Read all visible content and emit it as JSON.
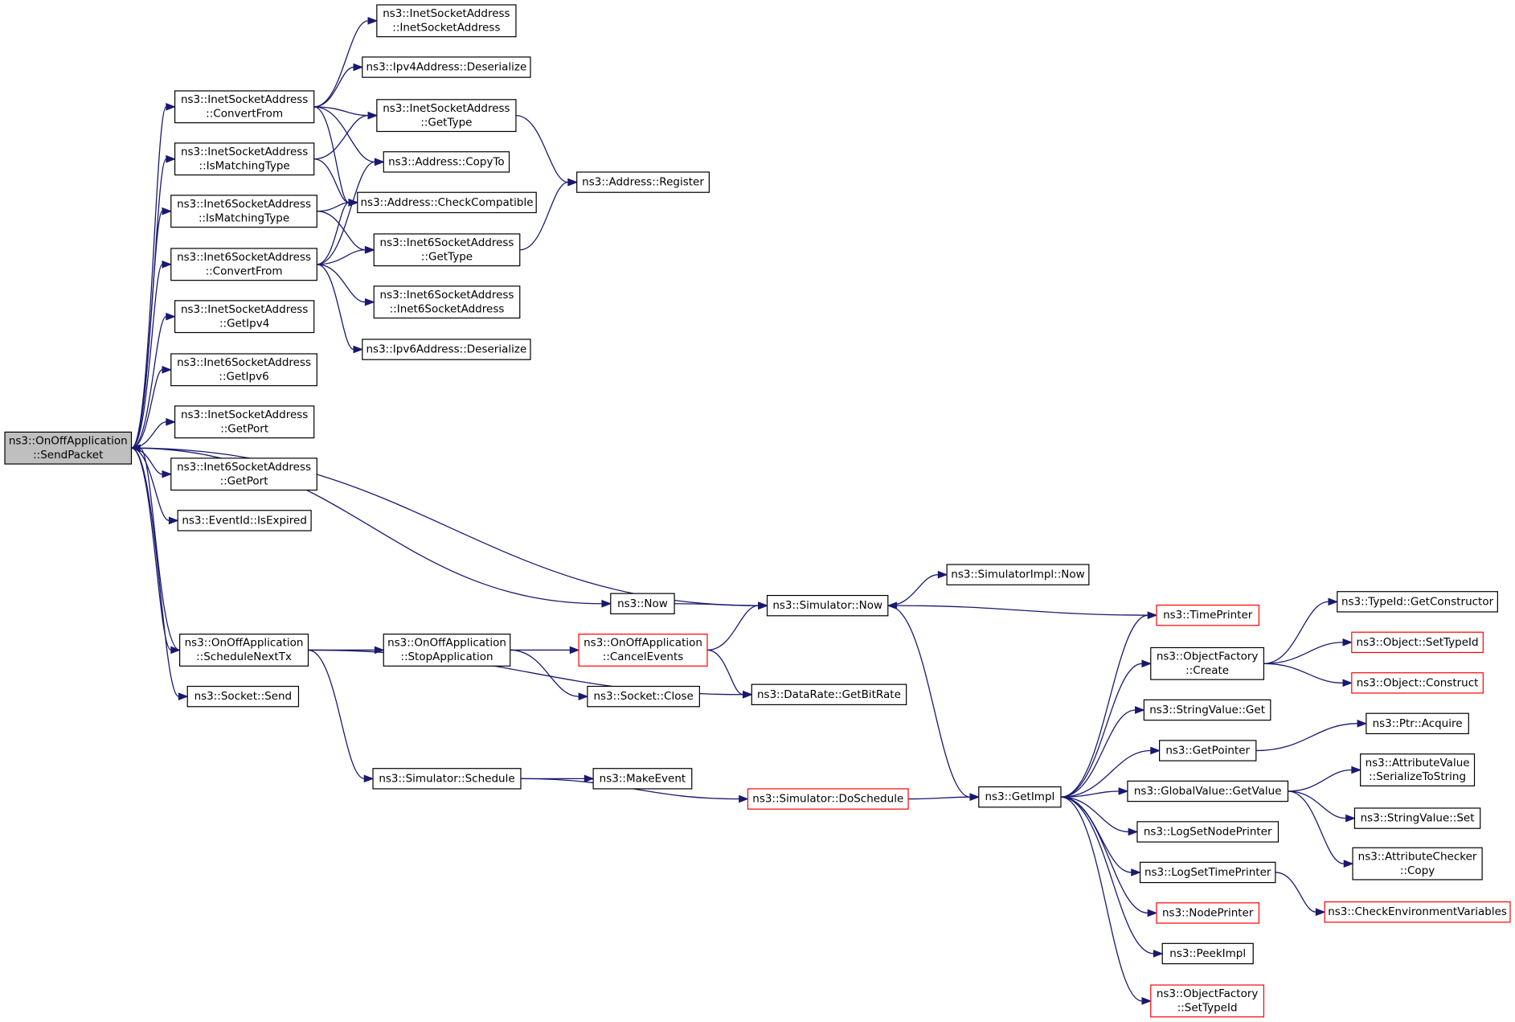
{
  "colors": {
    "edge": "#191970",
    "border": "#000000",
    "truncated_border": "#ff0000",
    "root_fill": "#bfbfbf",
    "background": "#ffffff"
  },
  "nodes": [
    {
      "id": "root",
      "lines": [
        "ns3::OnOffApplication",
        "::SendPacket"
      ],
      "style": "root"
    },
    {
      "id": "isa_cf",
      "lines": [
        "ns3::InetSocketAddress",
        "::ConvertFrom"
      ]
    },
    {
      "id": "isa_imt",
      "lines": [
        "ns3::InetSocketAddress",
        "::IsMatchingType"
      ]
    },
    {
      "id": "i6sa_imt",
      "lines": [
        "ns3::Inet6SocketAddress",
        "::IsMatchingType"
      ]
    },
    {
      "id": "i6sa_cf",
      "lines": [
        "ns3::Inet6SocketAddress",
        "::ConvertFrom"
      ]
    },
    {
      "id": "isa_gip4",
      "lines": [
        "ns3::InetSocketAddress",
        "::GetIpv4"
      ]
    },
    {
      "id": "i6sa_gip6",
      "lines": [
        "ns3::Inet6SocketAddress",
        "::GetIpv6"
      ]
    },
    {
      "id": "isa_gport",
      "lines": [
        "ns3::InetSocketAddress",
        "::GetPort"
      ]
    },
    {
      "id": "i6sa_gport",
      "lines": [
        "ns3::Inet6SocketAddress",
        "::GetPort"
      ]
    },
    {
      "id": "ev_exp",
      "lines": [
        "ns3::EventId::IsExpired"
      ]
    },
    {
      "id": "onoff_snt",
      "lines": [
        "ns3::OnOffApplication",
        "::ScheduleNextTx"
      ]
    },
    {
      "id": "sock_send",
      "lines": [
        "ns3::Socket::Send"
      ]
    },
    {
      "id": "isa_ctor",
      "lines": [
        "ns3::InetSocketAddress",
        "::InetSocketAddress"
      ]
    },
    {
      "id": "ipv4_des",
      "lines": [
        "ns3::Ipv4Address::Deserialize"
      ]
    },
    {
      "id": "isa_gtype",
      "lines": [
        "ns3::InetSocketAddress",
        "::GetType"
      ]
    },
    {
      "id": "addr_copyto",
      "lines": [
        "ns3::Address::CopyTo"
      ]
    },
    {
      "id": "addr_cc",
      "lines": [
        "ns3::Address::CheckCompatible"
      ]
    },
    {
      "id": "i6sa_gtype",
      "lines": [
        "ns3::Inet6SocketAddress",
        "::GetType"
      ]
    },
    {
      "id": "i6sa_ctor",
      "lines": [
        "ns3::Inet6SocketAddress",
        "::Inet6SocketAddress"
      ]
    },
    {
      "id": "ipv6_des",
      "lines": [
        "ns3::Ipv6Address::Deserialize"
      ]
    },
    {
      "id": "addr_reg",
      "lines": [
        "ns3::Address::Register"
      ]
    },
    {
      "id": "now",
      "lines": [
        "ns3::Now"
      ]
    },
    {
      "id": "onoff_stop",
      "lines": [
        "ns3::OnOffApplication",
        "::StopApplication"
      ]
    },
    {
      "id": "onoff_cancel",
      "lines": [
        "ns3::OnOffApplication",
        "::CancelEvents"
      ],
      "style": "red"
    },
    {
      "id": "sock_close",
      "lines": [
        "ns3::Socket::Close"
      ]
    },
    {
      "id": "dr_gbr",
      "lines": [
        "ns3::DataRate::GetBitRate"
      ]
    },
    {
      "id": "sim_sched",
      "lines": [
        "ns3::Simulator::Schedule"
      ]
    },
    {
      "id": "make_event",
      "lines": [
        "ns3::MakeEvent"
      ]
    },
    {
      "id": "sim_dosched",
      "lines": [
        "ns3::Simulator::DoSchedule"
      ],
      "style": "red"
    },
    {
      "id": "sim_now",
      "lines": [
        "ns3::Simulator::Now"
      ]
    },
    {
      "id": "simimpl_now",
      "lines": [
        "ns3::SimulatorImpl::Now"
      ]
    },
    {
      "id": "getimpl",
      "lines": [
        "ns3::GetImpl"
      ]
    },
    {
      "id": "timeprinter",
      "lines": [
        "ns3::TimePrinter"
      ],
      "style": "red"
    },
    {
      "id": "of_create",
      "lines": [
        "ns3::ObjectFactory",
        "::Create"
      ]
    },
    {
      "id": "sv_get",
      "lines": [
        "ns3::StringValue::Get"
      ]
    },
    {
      "id": "getpointer",
      "lines": [
        "ns3::GetPointer"
      ]
    },
    {
      "id": "gv_getvalue",
      "lines": [
        "ns3::GlobalValue::GetValue"
      ]
    },
    {
      "id": "log_snp",
      "lines": [
        "ns3::LogSetNodePrinter"
      ]
    },
    {
      "id": "log_stp",
      "lines": [
        "ns3::LogSetTimePrinter"
      ]
    },
    {
      "id": "nodeprinter",
      "lines": [
        "ns3::NodePrinter"
      ],
      "style": "red"
    },
    {
      "id": "peekimpl",
      "lines": [
        "ns3::PeekImpl"
      ]
    },
    {
      "id": "of_settypeid",
      "lines": [
        "ns3::ObjectFactory",
        "::SetTypeId"
      ],
      "style": "red"
    },
    {
      "id": "tid_getctor",
      "lines": [
        "ns3::TypeId::GetConstructor"
      ]
    },
    {
      "id": "obj_settypeid",
      "lines": [
        "ns3::Object::SetTypeId"
      ],
      "style": "red"
    },
    {
      "id": "obj_construct",
      "lines": [
        "ns3::Object::Construct"
      ],
      "style": "red"
    },
    {
      "id": "ptr_acquire",
      "lines": [
        "ns3::Ptr::Acquire"
      ]
    },
    {
      "id": "av_sts",
      "lines": [
        "ns3::AttributeValue",
        "::SerializeToString"
      ]
    },
    {
      "id": "sv_set",
      "lines": [
        "ns3::StringValue::Set"
      ]
    },
    {
      "id": "ac_copy",
      "lines": [
        "ns3::AttributeChecker",
        "::Copy"
      ]
    },
    {
      "id": "check_env",
      "lines": [
        "ns3::CheckEnvironmentVariables"
      ],
      "style": "red"
    }
  ],
  "edges": [
    [
      "root",
      "isa_cf"
    ],
    [
      "root",
      "isa_imt"
    ],
    [
      "root",
      "i6sa_imt"
    ],
    [
      "root",
      "i6sa_cf"
    ],
    [
      "root",
      "isa_gip4"
    ],
    [
      "root",
      "i6sa_gip6"
    ],
    [
      "root",
      "isa_gport"
    ],
    [
      "root",
      "i6sa_gport"
    ],
    [
      "root",
      "ev_exp"
    ],
    [
      "root",
      "sim_now"
    ],
    [
      "root",
      "now"
    ],
    [
      "root",
      "onoff_snt"
    ],
    [
      "root",
      "sock_send"
    ],
    [
      "isa_cf",
      "isa_ctor"
    ],
    [
      "isa_cf",
      "ipv4_des"
    ],
    [
      "isa_cf",
      "isa_gtype"
    ],
    [
      "isa_cf",
      "addr_copyto"
    ],
    [
      "isa_cf",
      "addr_cc"
    ],
    [
      "isa_imt",
      "isa_gtype"
    ],
    [
      "isa_imt",
      "addr_cc"
    ],
    [
      "i6sa_imt",
      "addr_cc"
    ],
    [
      "i6sa_imt",
      "i6sa_gtype"
    ],
    [
      "i6sa_cf",
      "addr_copyto"
    ],
    [
      "i6sa_cf",
      "addr_cc"
    ],
    [
      "i6sa_cf",
      "i6sa_gtype"
    ],
    [
      "i6sa_cf",
      "i6sa_ctor"
    ],
    [
      "i6sa_cf",
      "ipv6_des"
    ],
    [
      "isa_gtype",
      "addr_reg"
    ],
    [
      "i6sa_gtype",
      "addr_reg"
    ],
    [
      "onoff_snt",
      "root"
    ],
    [
      "onoff_snt",
      "onoff_stop"
    ],
    [
      "onoff_snt",
      "dr_gbr"
    ],
    [
      "onoff_snt",
      "sim_sched"
    ],
    [
      "onoff_stop",
      "onoff_cancel"
    ],
    [
      "onoff_stop",
      "sock_close"
    ],
    [
      "onoff_cancel",
      "sim_now"
    ],
    [
      "onoff_cancel",
      "dr_gbr"
    ],
    [
      "sim_sched",
      "make_event"
    ],
    [
      "sim_sched",
      "sim_dosched"
    ],
    [
      "sim_dosched",
      "getimpl"
    ],
    [
      "now",
      "sim_now"
    ],
    [
      "sim_now",
      "simimpl_now"
    ],
    [
      "sim_now",
      "getimpl"
    ],
    [
      "timeprinter",
      "sim_now"
    ],
    [
      "getimpl",
      "timeprinter"
    ],
    [
      "getimpl",
      "of_create"
    ],
    [
      "getimpl",
      "sv_get"
    ],
    [
      "getimpl",
      "getpointer"
    ],
    [
      "getimpl",
      "gv_getvalue"
    ],
    [
      "getimpl",
      "log_snp"
    ],
    [
      "getimpl",
      "log_stp"
    ],
    [
      "getimpl",
      "nodeprinter"
    ],
    [
      "getimpl",
      "peekimpl"
    ],
    [
      "getimpl",
      "of_settypeid"
    ],
    [
      "of_create",
      "tid_getctor"
    ],
    [
      "of_create",
      "obj_settypeid"
    ],
    [
      "of_create",
      "obj_construct"
    ],
    [
      "getpointer",
      "ptr_acquire"
    ],
    [
      "gv_getvalue",
      "av_sts"
    ],
    [
      "gv_getvalue",
      "sv_set"
    ],
    [
      "gv_getvalue",
      "ac_copy"
    ],
    [
      "log_stp",
      "check_env"
    ]
  ]
}
